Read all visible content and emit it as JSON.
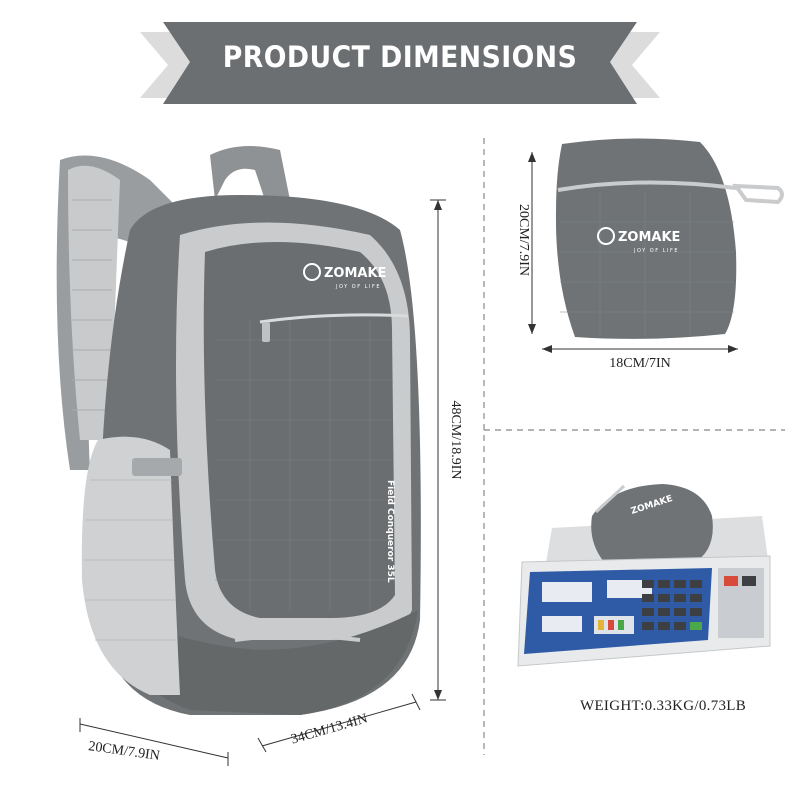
{
  "banner": {
    "title": "PRODUCT DIMENSIONS"
  },
  "brand": {
    "name": "ZOMAKE",
    "tagline": "JOY OF LIFE",
    "model": "Field Conqueror 35L"
  },
  "dimensions": {
    "height": "48CM/18.9IN",
    "width": "20CM/7.9IN",
    "depth": "34CM/13.4IN",
    "pouch_height": "20CM/7.9IN",
    "pouch_width": "18CM/7IN"
  },
  "weight": {
    "label": "WEIGHT:0.33KG/0.73LB"
  },
  "colors": {
    "banner": "#6b6f71",
    "bag": "#6f7375",
    "accent": "#c9cbcc"
  }
}
